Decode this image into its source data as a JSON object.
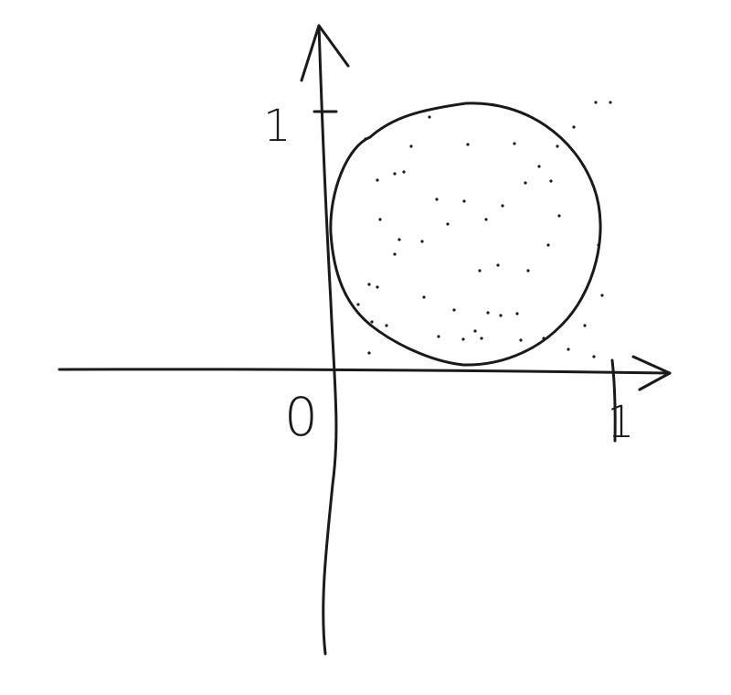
{
  "labels": {
    "origin": "0",
    "x_unit": "1",
    "y_unit": "1"
  },
  "colors": {
    "ink": "#1a1a1a",
    "paper": "#ffffff"
  }
}
